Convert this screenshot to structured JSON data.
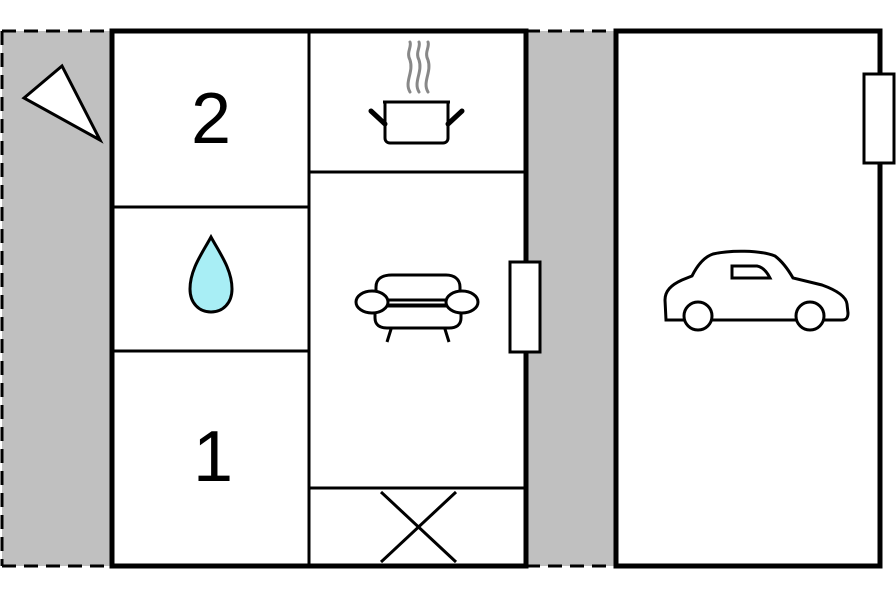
{
  "floorplan": {
    "rooms": [
      {
        "id": "bedroom-2",
        "label": "2",
        "icon": "bed-number-label"
      },
      {
        "id": "bathroom",
        "label": "",
        "icon": "water-drop-icon"
      },
      {
        "id": "bedroom-1",
        "label": "1",
        "icon": "bed-number-label"
      },
      {
        "id": "kitchen",
        "label": "",
        "icon": "cooking-pot-icon"
      },
      {
        "id": "living-room",
        "label": "",
        "icon": "sofa-icon"
      },
      {
        "id": "storage",
        "label": "",
        "icon": "cross-mark-icon"
      },
      {
        "id": "garage",
        "label": "",
        "icon": "car-icon"
      }
    ],
    "icons": {
      "compass": "compass-triangle-icon",
      "door_right_living": "door-icon",
      "door_garage": "door-icon"
    },
    "colors": {
      "outside": "#c0c0c0",
      "wall": "#000000",
      "floor": "#ffffff",
      "water": "#a8eef5",
      "steam": "#888888"
    }
  }
}
